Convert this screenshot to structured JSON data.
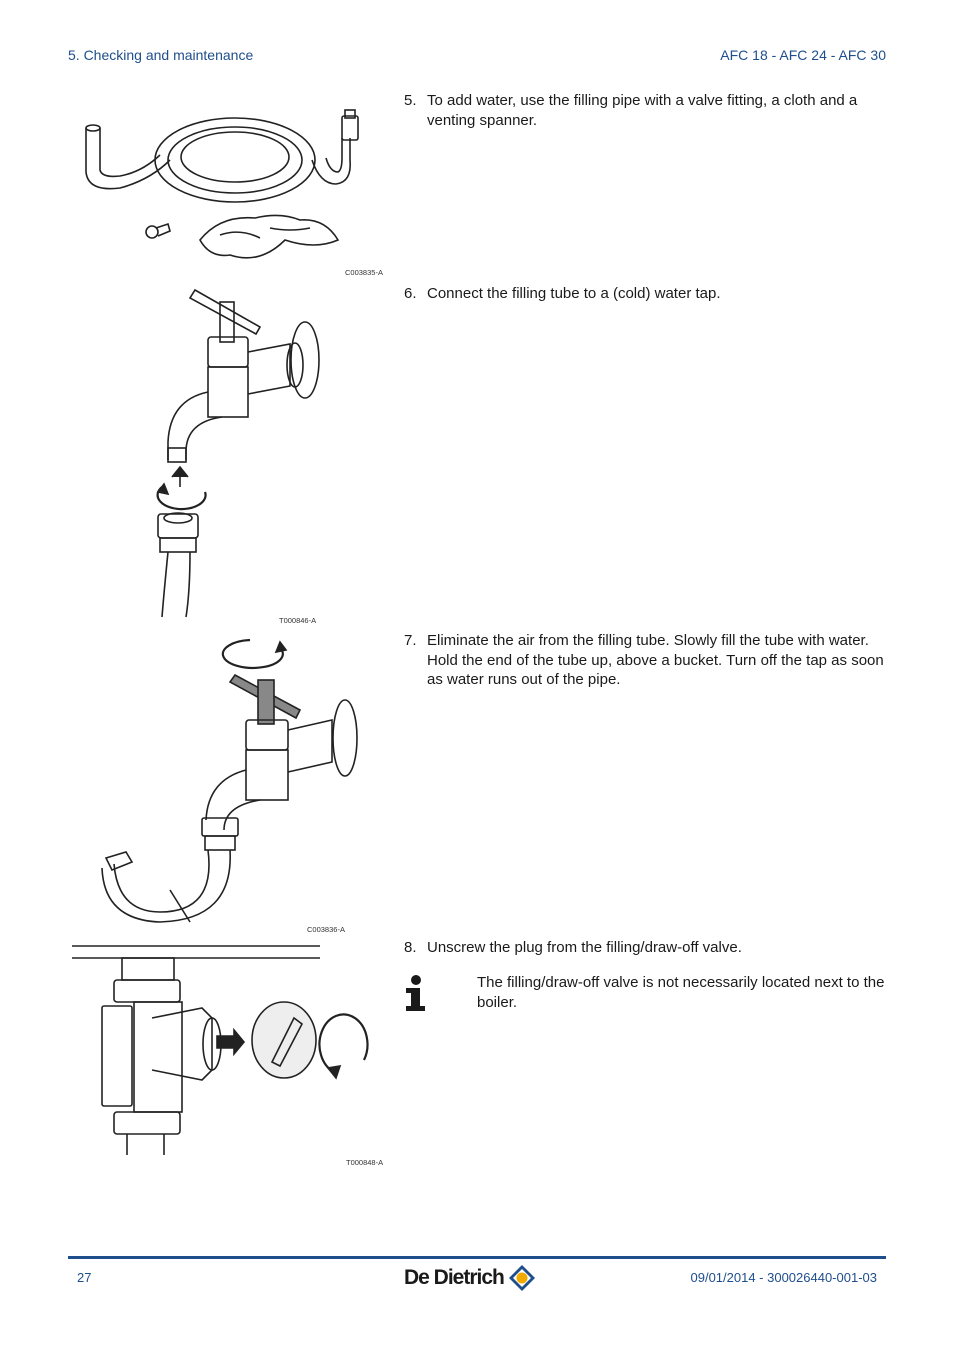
{
  "header": {
    "section": "5.  Checking and maintenance",
    "models": "AFC 18 - AFC 24 - AFC 30"
  },
  "steps": [
    {
      "num": "5.",
      "text": "To add water, use the filling pipe with a valve fitting, a cloth and a venting spanner."
    },
    {
      "num": "6.",
      "text": "Connect the filling tube to a (cold) water tap."
    },
    {
      "num": "7.",
      "text": "Eliminate the air from the filling tube. Slowly fill the tube with water. Hold the end of the tube up, above a bucket. Turn off the tap as soon as water runs out of the pipe."
    },
    {
      "num": "8.",
      "text": "Unscrew the plug from the filling/draw-off valve."
    }
  ],
  "note": {
    "icon": "info-icon",
    "text": "The filling/draw-off valve is not necessarily located next to the boiler."
  },
  "figures": [
    {
      "caption": "C003835-A",
      "subject": "filling-pipe-cloth-spanner"
    },
    {
      "caption": "T000846-A",
      "subject": "tap-connection"
    },
    {
      "caption": "C003836-A",
      "subject": "tap-filling-tube"
    },
    {
      "caption": "T000848-A",
      "subject": "draw-off-valve-plug"
    }
  ],
  "footer": {
    "page_number": "27",
    "brand": "De Dietrich",
    "doc_ref": "09/01/2014 - 300026440-001-03"
  },
  "colors": {
    "accent": "#1f4e8c",
    "logo_orange": "#f2a900",
    "text": "#1a1a1a"
  }
}
